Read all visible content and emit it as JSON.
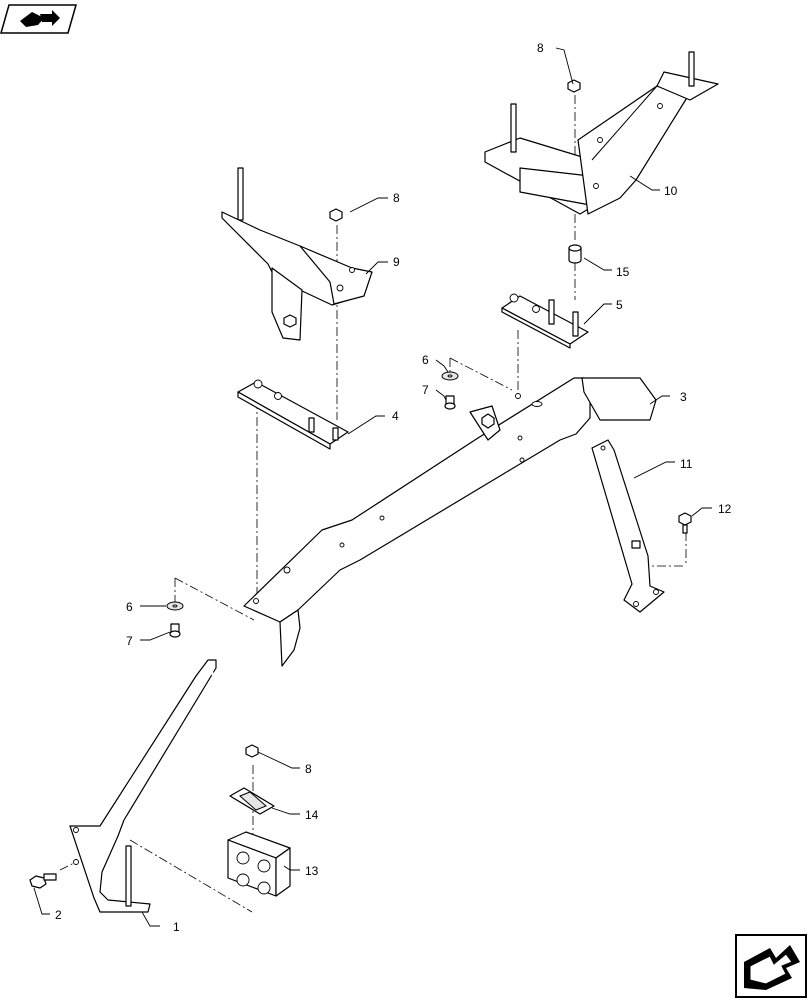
{
  "callouts": {
    "c1": "1",
    "c2": "2",
    "c3": "3",
    "c4": "4",
    "c5": "5",
    "c6a": "6",
    "c6b": "6",
    "c7a": "7",
    "c7b": "7",
    "c8a": "8",
    "c8b": "8",
    "c8c": "8",
    "c9": "9",
    "c10": "10",
    "c11": "11",
    "c12": "12",
    "c13": "13",
    "c14": "14",
    "c15": "15"
  },
  "icons": {
    "top_left": "book-arrow-icon",
    "bottom_right": "next-page-arrow-icon"
  }
}
